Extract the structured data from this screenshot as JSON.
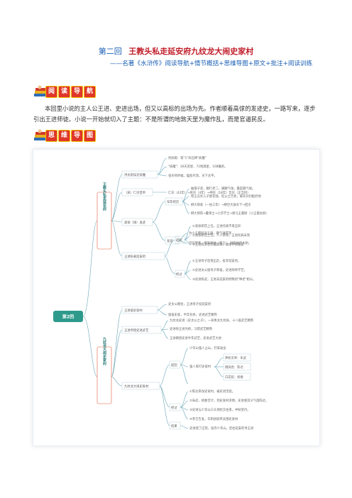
{
  "header": {
    "chapter_number": "第二回",
    "chapter_title": "王教头私走延安府九纹龙大闹史家村",
    "subtitle": "——名著《水浒传》阅读导航+情节概括+思维导图+原文+批注+阅读训练"
  },
  "banners": {
    "reading_guide": [
      "阅",
      "读",
      "导",
      "航"
    ],
    "mind_map": [
      "思",
      "维",
      "导",
      "图"
    ]
  },
  "intro_text": "本回里小说的主人公王进、史进出场，但又以高标的出场为先。作者顺着高俅的发迹史，一路写来，逐步引出王进师徒。小说一开始就切入了主题：不是所谓的地煞天罡为魔作乱，而是官逼民反。",
  "mindmap": {
    "root": "第2回",
    "branch_a": {
      "title": "王教头私走延安府",
      "nodes": {
        "recap": "洪太尉误走妖魔",
        "recap_items": [
          "伏妖殿：第\"1\"块石碑\"妖魔\"",
          "\"妖魔\"：36天罡星、72地煞星，108魔君。",
          "张天师祈福，瘟疫尽消，天下太平。"
        ],
        "timeline_label": "（宋）仁宗皇帝",
        "timeline": "仁宗（42年）→英宗（4年）→神宗（18年）哲宗（正当时）",
        "gao": "高俅（球）发迹",
        "early": "早年经历",
        "early_items": [
          "破落子弟，踢行老二，脚踢气球，最是圆气球。",
          "帮王员外儿子使花钱，吃父之告状，被衣开封配府地",
          "柳大郎家（一住三年）→柳世大赦天下→回京",
          "柳大郎荐→董将士→小苏学士→驸马王都尉（小王都太尉）"
        ],
        "rise": "发迹",
        "rise_items": [
          "为小王都尉送玉器，踢气球得宠",
          "哲宗登基，擢升殿帅（端王），封殿帅府太尉。"
        ],
        "wang_jin": "王进私离延安府",
        "cause": "起因",
        "cause_items": [
          "①高俅新官上任，王进托病不来应卯",
          "②高俅新官上任，人人参拜，王进托病未到",
          "③王进其父曾打翻高俅，高俅怀恨报复"
        ],
        "result": "经过",
        "result_items": [
          "①王进母子连夜出走，投奔延安府。",
          "②史进太公留母子寄宿，史进拜师学艺。",
          "③史进练武，王进去延安府经略府\"种老\"相公。"
        ]
      }
    },
    "branch_b": {
      "title": "九纹龙大闹史家村",
      "nodes": {
        "learn": "王进留史家村",
        "learn_items": [
          "史太公赠金，王进母子投延安府",
          "留宿史家，半年有余，史进武艺精熟"
        ],
        "village": "王进传授史进武艺",
        "village_items": [
          "九纹龙史进（史太公之子），一身青龙九纹身，十八般武艺精熟",
          "史进拜王进为师，习得武艺精熟",
          "王进教授史进半年武艺，史进武艺大进"
        ],
        "fight": "九纹龙大闹史家村",
        "fight_cause": "起因",
        "fight_cause_items": [
          "少华山强人占山，打家劫舍",
          "强人来打史家村"
        ],
        "three": [
          "神机军师：朱武",
          "跳涧虎：陈达",
          "白花蛇：杨春"
        ],
        "fight_result": "经过",
        "fight_result_items": [
          "①陈达来攻史家村，被史进活捉。",
          "②朱武、杨春苦计，到史家村求情，史进感其义气放陈达。",
          "③史进与少华山三头领结交往来，中秋赏月。",
          "④李吉告发，华阴县尉带兵围史家村"
        ],
        "ending": "结果",
        "ending_items": [
          "史进烧了庄院，投奔少华山，后往延安府寻王进"
        ]
      }
    }
  }
}
